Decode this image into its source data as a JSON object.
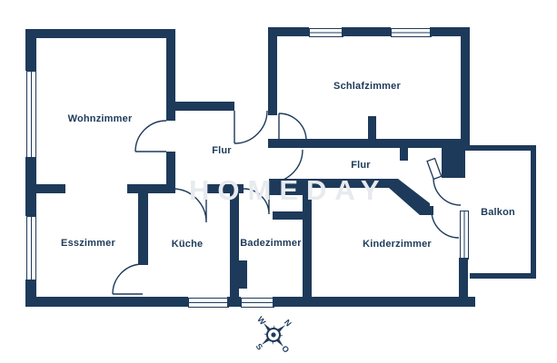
{
  "floorplan": {
    "rooms": {
      "wohnzimmer": {
        "label": "Wohnzimmer"
      },
      "schlafzimmer": {
        "label": "Schlafzimmer"
      },
      "flur_west": {
        "label": "Flur"
      },
      "flur_ost": {
        "label": "Flur"
      },
      "esszimmer": {
        "label": "Esszimmer"
      },
      "kueche": {
        "label": "Küche"
      },
      "badezimmer": {
        "label": "Badezimmer"
      },
      "kinderzimmer": {
        "label": "Kinderzimmer"
      },
      "balkon": {
        "label": "Balkon"
      }
    },
    "watermark": "HOMEDAY",
    "compass": {
      "north": "N",
      "east": "O",
      "south": "S",
      "west": "W"
    },
    "colors": {
      "wall": "#1e3a5a",
      "label": "#1e3a5a",
      "watermark": "#e7eaee"
    }
  }
}
